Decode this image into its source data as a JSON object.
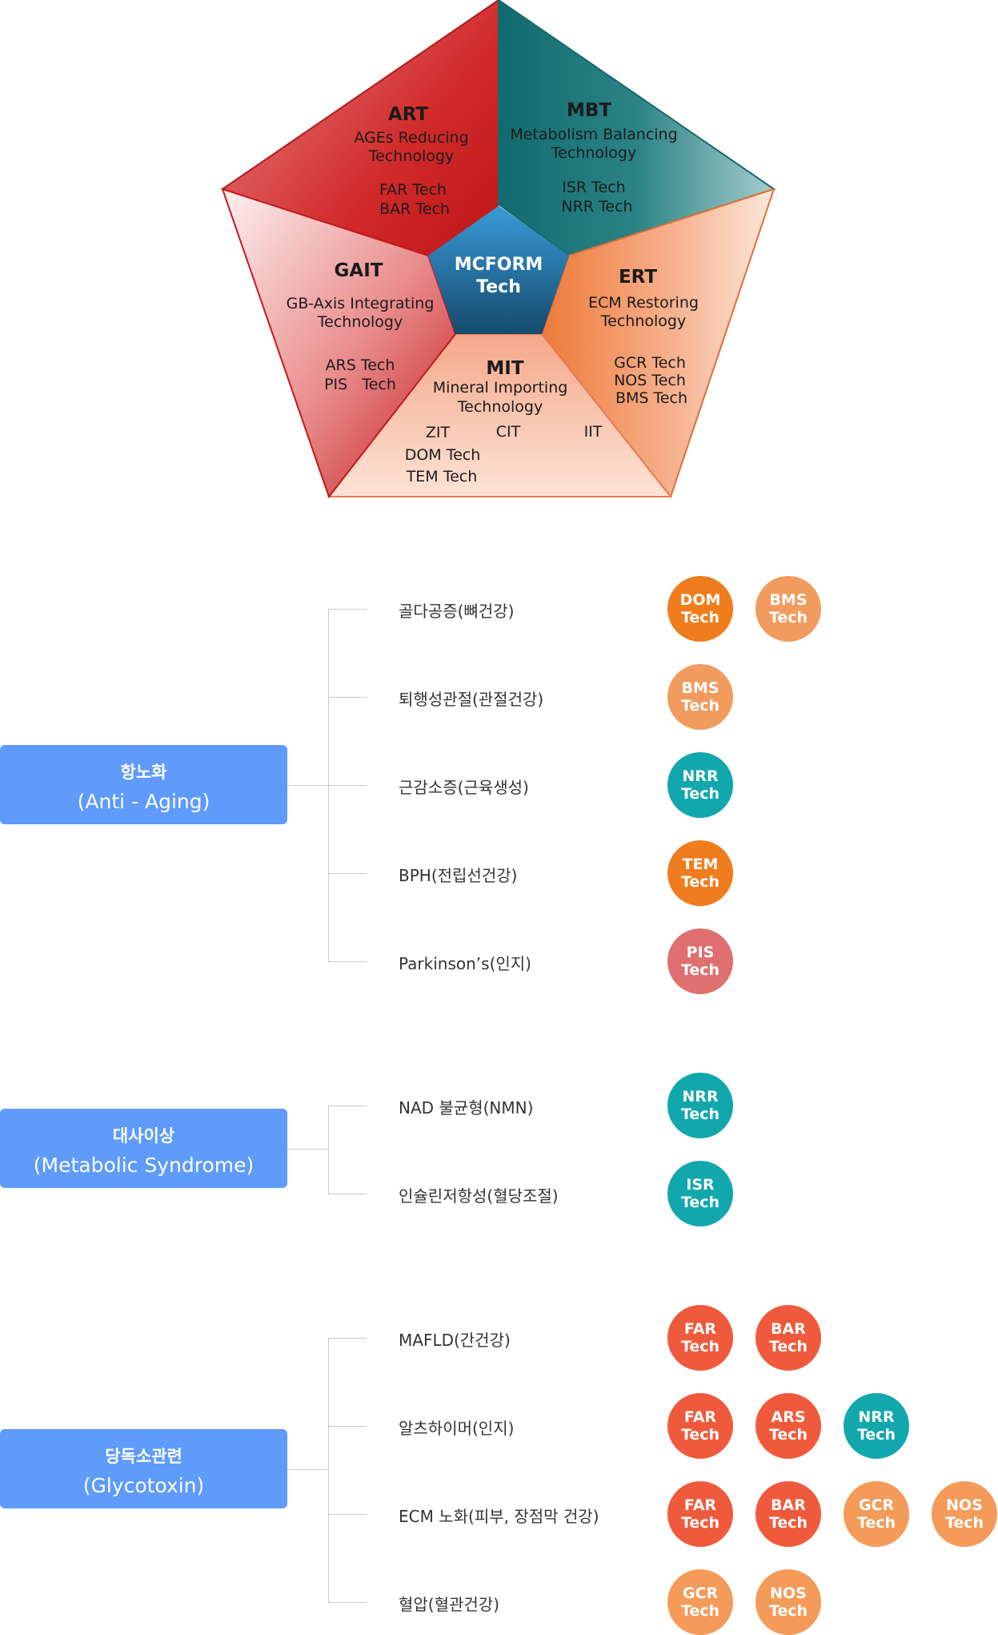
{
  "pentagon": {
    "center": {
      "line1": "MCFORM",
      "line2": "Tech"
    },
    "segments": [
      {
        "key": "art",
        "title": "ART",
        "desc": [
          "AGEs Reducing",
          "Technology"
        ],
        "techs": [
          "FAR Tech",
          "BAR Tech"
        ]
      },
      {
        "key": "mbt",
        "title": "MBT",
        "desc": [
          "Metabolism Balancing",
          "Technology"
        ],
        "techs": [
          "ISR Tech",
          "NRR Tech"
        ]
      },
      {
        "key": "ert",
        "title": "ERT",
        "desc": [
          "ECM Restoring",
          "Technology"
        ],
        "techs": [
          "GCR Tech",
          "NOS Tech",
          "BMS Tech"
        ]
      },
      {
        "key": "mit",
        "title": "MIT",
        "desc": [
          "Mineral Importing",
          "Technology"
        ],
        "techs": [
          "ZIT",
          "CIT",
          "IIT",
          "DOM Tech",
          "TEM Tech"
        ]
      },
      {
        "key": "gait",
        "title": "GAIT",
        "desc": [
          "GB-Axis Integrating",
          "Technology"
        ],
        "techs": [
          "ARS Tech",
          "PIS   Tech"
        ]
      }
    ]
  },
  "colors": {
    "orange": "#f07d1d",
    "lightorange": "#f29b5e",
    "teal": "#12a7ad",
    "pink": "#e07070",
    "red": "#f05a3c",
    "lightorange2": "#f49b5a",
    "category": "#5e9bfa"
  },
  "categories": [
    {
      "ko": "항노화",
      "en": "(Anti - Aging)",
      "items": [
        {
          "label": "골다공증(뼈건강)",
          "badges": [
            {
              "name": "DOM",
              "sub": "Tech",
              "color": "#f07d1d"
            },
            {
              "name": "BMS",
              "sub": "Tech",
              "color": "#f29b5e"
            }
          ]
        },
        {
          "label": "퇴행성관절(관절건강)",
          "badges": [
            {
              "name": "BMS",
              "sub": "Tech",
              "color": "#f29b5e"
            }
          ]
        },
        {
          "label": "근감소증(근육생성)",
          "badges": [
            {
              "name": "NRR",
              "sub": "Tech",
              "color": "#12a7ad"
            }
          ]
        },
        {
          "label": "BPH(전립선건강)",
          "badges": [
            {
              "name": "TEM",
              "sub": "Tech",
              "color": "#f07d1d"
            }
          ]
        },
        {
          "label": "Parkinson’s(인지)",
          "badges": [
            {
              "name": "PIS",
              "sub": "Tech",
              "color": "#e07070"
            }
          ]
        }
      ]
    },
    {
      "ko": "대사이상",
      "en": "(Metabolic Syndrome)",
      "items": [
        {
          "label": "NAD 불균형(NMN)",
          "badges": [
            {
              "name": "NRR",
              "sub": "Tech",
              "color": "#12a7ad"
            }
          ]
        },
        {
          "label": "인슐린저항성(혈당조절)",
          "badges": [
            {
              "name": "ISR",
              "sub": "Tech",
              "color": "#12a7ad"
            }
          ]
        }
      ]
    },
    {
      "ko": "당독소관련",
      "en": "(Glycotoxin)",
      "items": [
        {
          "label": "MAFLD(간건강)",
          "badges": [
            {
              "name": "FAR",
              "sub": "Tech",
              "color": "#f05a3c"
            },
            {
              "name": "BAR",
              "sub": "Tech",
              "color": "#f05a3c"
            }
          ]
        },
        {
          "label": "알츠하이머(인지)",
          "badges": [
            {
              "name": "FAR",
              "sub": "Tech",
              "color": "#f05a3c"
            },
            {
              "name": "ARS",
              "sub": "Tech",
              "color": "#f05a3c"
            },
            {
              "name": "NRR",
              "sub": "Tech",
              "color": "#12a7ad"
            }
          ]
        },
        {
          "label": "ECM 노화(피부, 장점막 건강)",
          "badges": [
            {
              "name": "FAR",
              "sub": "Tech",
              "color": "#f05a3c"
            },
            {
              "name": "BAR",
              "sub": "Tech",
              "color": "#f05a3c"
            },
            {
              "name": "GCR",
              "sub": "Tech",
              "color": "#f49b5a"
            },
            {
              "name": "NOS",
              "sub": "Tech",
              "color": "#f49b5a"
            }
          ]
        },
        {
          "label": "혈압(혈관건강)",
          "badges": [
            {
              "name": "GCR",
              "sub": "Tech",
              "color": "#f49b5a"
            },
            {
              "name": "NOS",
              "sub": "Tech",
              "color": "#f49b5a"
            }
          ]
        }
      ]
    }
  ]
}
